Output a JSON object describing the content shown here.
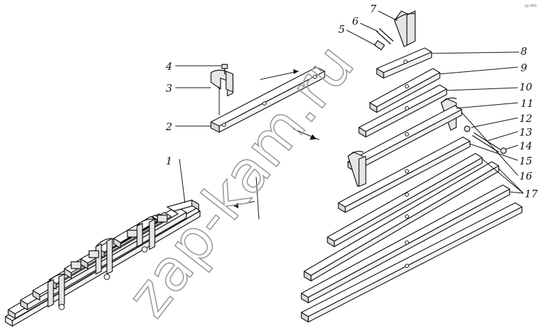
{
  "diagram": {
    "callouts": [
      "1",
      "2",
      "3",
      "4",
      "5",
      "6",
      "7",
      "8",
      "9",
      "10",
      "11",
      "12",
      "13",
      "14",
      "15",
      "16",
      "17"
    ],
    "corner_mark": "ур 000",
    "watermark": "zap-kam.ru"
  }
}
